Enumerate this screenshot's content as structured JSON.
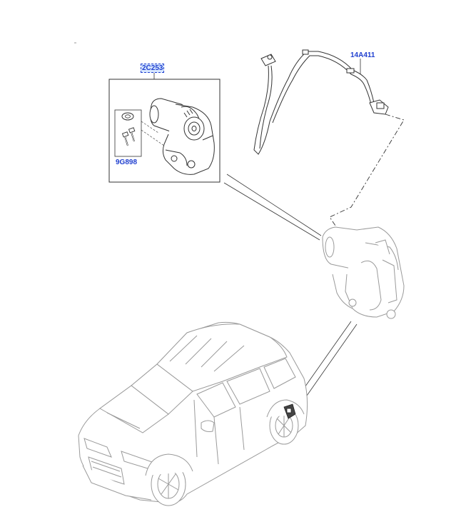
{
  "diagram": {
    "callouts": {
      "actuator": "2C253",
      "bolts": "9G898",
      "harness": "14A411"
    },
    "colors": {
      "callout_text": "#1f3fcf",
      "callout_highlight": "#d6e6ff",
      "line_art": "#3a3a3a",
      "ghost_art": "#9a9a9a"
    }
  }
}
